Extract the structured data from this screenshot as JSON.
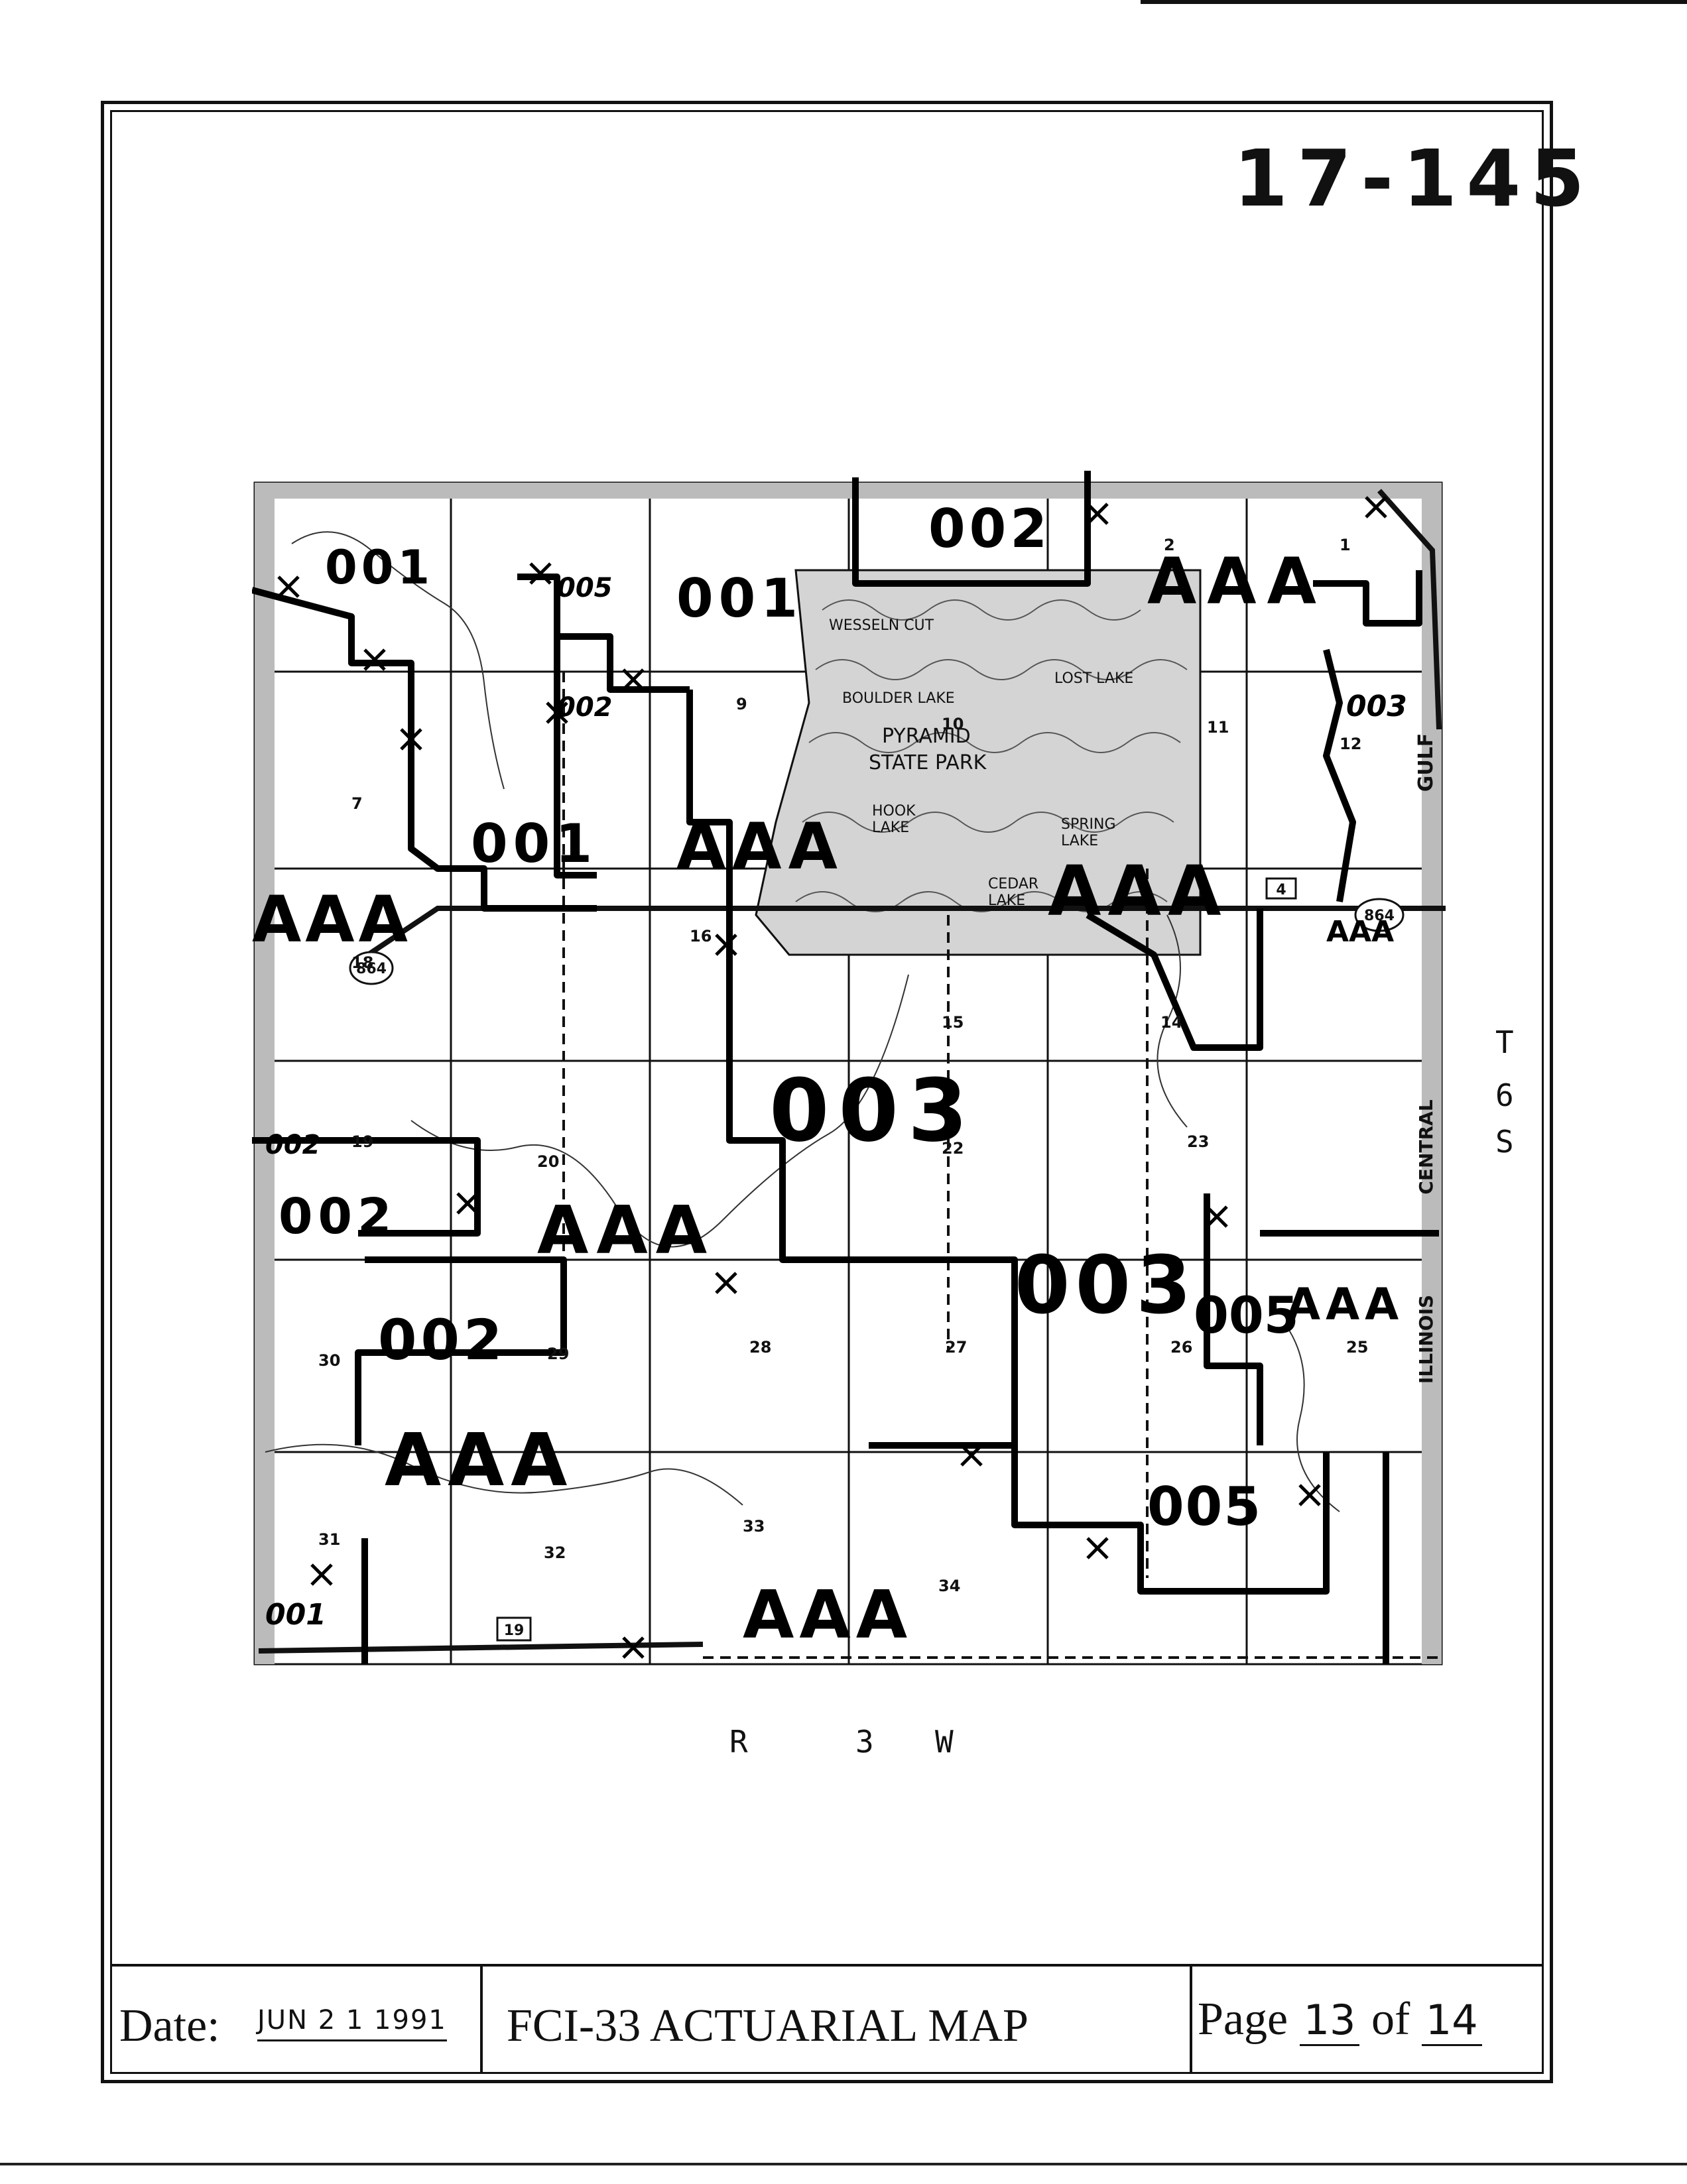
{
  "document": {
    "map_id": "17-145",
    "township_label": [
      "T",
      "6",
      "S"
    ],
    "range_label": [
      "R",
      "3",
      "W"
    ]
  },
  "map": {
    "park_labels": [
      "WESSELN CUT",
      "LOST LAKE",
      "BOULDER LAKE",
      "PYRAMID",
      "STATE PARK",
      "HOOK",
      "LAKE",
      "SPRING",
      "LAKE",
      "CEDAR",
      "LAKE"
    ],
    "road_labels": [
      "864",
      "864",
      "19",
      "4",
      "GULF",
      "CENTRAL",
      "ILLINOIS"
    ],
    "section_numbers": [
      "1",
      "2",
      "7",
      "9",
      "10",
      "11",
      "12",
      "14",
      "15",
      "16",
      "18",
      "19",
      "20",
      "22",
      "23",
      "25",
      "26",
      "27",
      "28",
      "29",
      "30",
      "31",
      "32",
      "33",
      "34"
    ],
    "rate_codes": [
      "001",
      "005",
      "001",
      "002",
      "AAA",
      "003",
      "001",
      "002",
      "001",
      "AAA",
      "AAA",
      "AAA",
      "AAA",
      "003",
      "002",
      "AAA",
      "002",
      "003",
      "AAA",
      "AAA",
      "005",
      "AAA",
      "002",
      "005",
      "001"
    ]
  },
  "footer": {
    "date_label": "Date:",
    "date_value": "JUN 2 1 1991",
    "title": "FCI-33 ACTUARIAL MAP",
    "page_label": "Page",
    "page_current": "13",
    "page_of": "of",
    "page_total": "14"
  }
}
